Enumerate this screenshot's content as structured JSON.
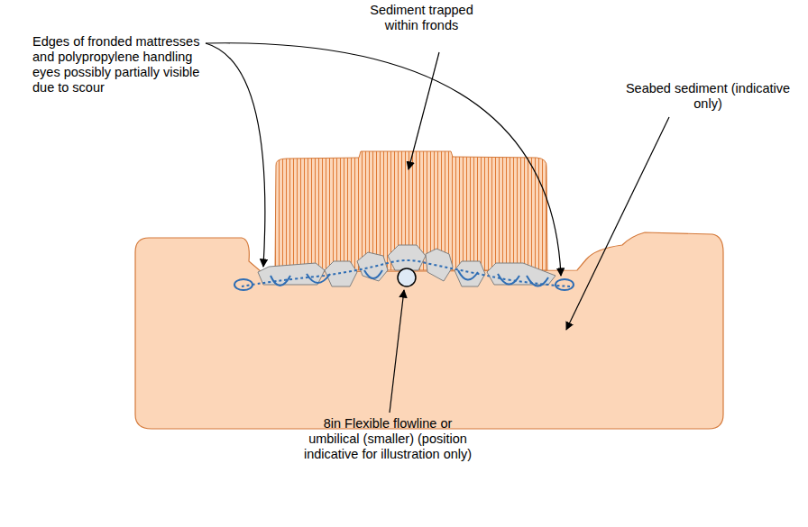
{
  "diagram": {
    "labels": [
      "Edges of fronded mattresses and polypropylene handling eyes possibly partially visible due to scour",
      "Sediment trapped within fronds",
      "Seabed sediment (indicative only)",
      "8in Flexible flowline or umbilical (smaller) (position indicative for illustration only)"
    ]
  }
}
